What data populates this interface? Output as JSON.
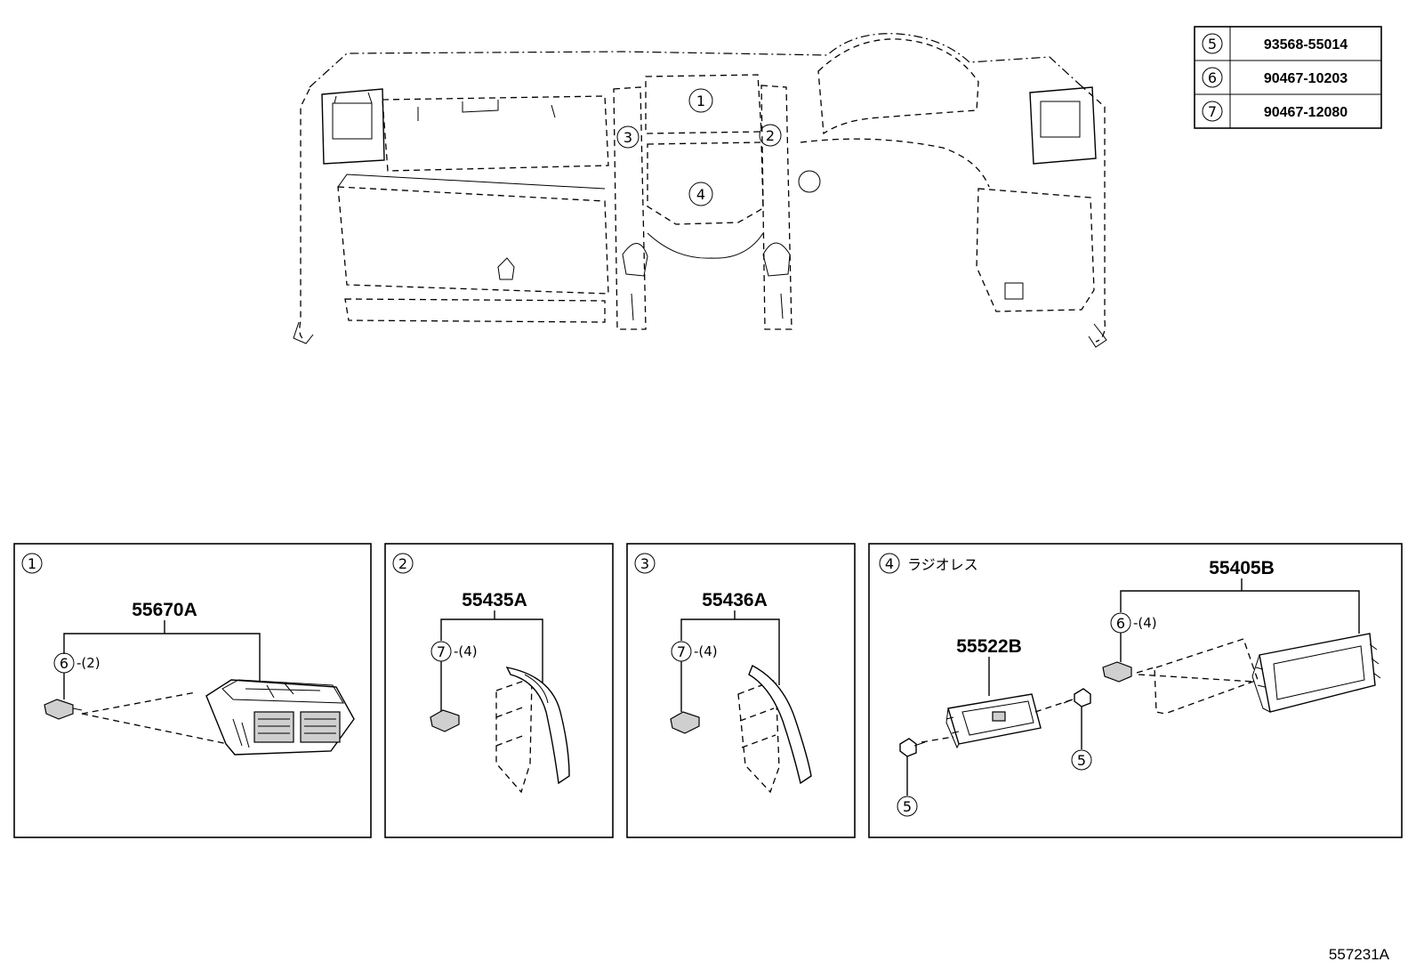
{
  "diagram": {
    "callouts_overview": [
      "1",
      "2",
      "3",
      "4"
    ],
    "reference_table": [
      {
        "ref": "5",
        "part_number": "93568-55014"
      },
      {
        "ref": "6",
        "part_number": "90467-10203"
      },
      {
        "ref": "7",
        "part_number": "90467-12080"
      }
    ],
    "panels": [
      {
        "ref": "1",
        "title": "",
        "assembly": "55670A",
        "fasteners": [
          {
            "ref": "6",
            "qty": "-(2)"
          }
        ]
      },
      {
        "ref": "2",
        "title": "",
        "assembly": "55435A",
        "fasteners": [
          {
            "ref": "7",
            "qty": "-(4)"
          }
        ]
      },
      {
        "ref": "3",
        "title": "",
        "assembly": "55436A",
        "fasteners": [
          {
            "ref": "7",
            "qty": "-(4)"
          }
        ]
      },
      {
        "ref": "4",
        "title": "ラジオレス",
        "assembly": "55405B",
        "sub_assembly": "55522B",
        "fasteners": [
          {
            "ref": "6",
            "qty": "-(4)"
          },
          {
            "ref": "5",
            "qty": ""
          },
          {
            "ref": "5",
            "qty": ""
          }
        ]
      }
    ],
    "figure_number": "557231A"
  }
}
